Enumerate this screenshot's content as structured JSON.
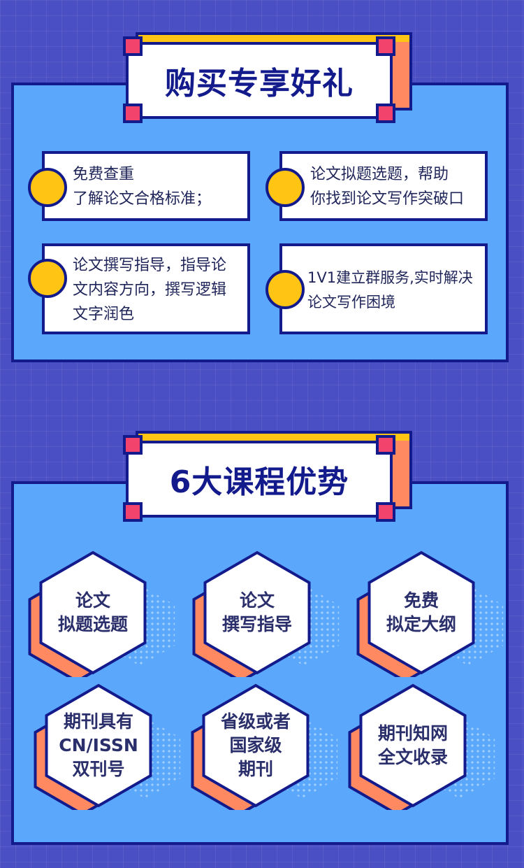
{
  "section1": {
    "title": "购买专享好礼",
    "cards": [
      {
        "text": "免费查重\n了解论文合格标准；"
      },
      {
        "text": "论文拟题选题，帮助\n你找到论文写作突破口"
      },
      {
        "text": "论文撰写指导，指导论\n文内容方向，撰写逻辑\n文字润色"
      },
      {
        "text": "1V1建立群服务,实时解决\n论文写作困境"
      }
    ]
  },
  "section2": {
    "title": "6大课程优势",
    "items": [
      {
        "label": "论文\n拟题选题"
      },
      {
        "label": "论文\n撰写指导"
      },
      {
        "label": "免费\n拟定大纲"
      },
      {
        "label": "期刊具有\nCN/ISSN\n双刊号"
      },
      {
        "label": "省级或者\n国家级\n期刊"
      },
      {
        "label": "期刊知网\n全文收录"
      }
    ]
  },
  "colors": {
    "background": "#4a4fc4",
    "panel": "#5aa7fb",
    "border": "#131a8c",
    "accent_yellow": "#ffc414",
    "accent_orange": "#ff8a62",
    "accent_pink": "#f2436c"
  }
}
